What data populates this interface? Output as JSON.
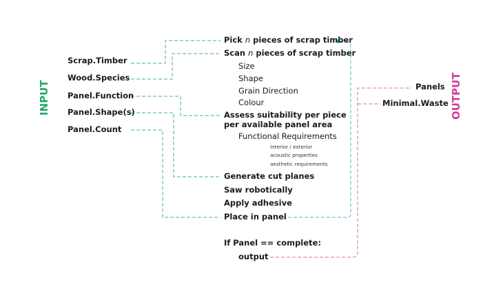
{
  "side_labels": {
    "input": "INPUT",
    "output": "OUTPUT"
  },
  "inputs": [
    "Scrap.Timber",
    "Wood.Species",
    "Panel.Function",
    "Panel.Shape(s)",
    "Panel.Count"
  ],
  "outputs": [
    "Panels",
    "Minimal.Waste"
  ],
  "steps": {
    "pick_pre": "Pick ",
    "pick_n": "n",
    "pick_post": " pieces of scrap timber",
    "scan_pre": "Scan ",
    "scan_n": "n",
    "scan_post": " pieces of scrap timber",
    "scan_items": [
      "Size",
      "Shape",
      "Grain Direction",
      "Colour"
    ],
    "assess_line1": "Assess suitability per piece",
    "assess_line2": "per available panel area",
    "functional": "Functional Requirements",
    "functional_items": [
      "interior / exterior",
      "acoustic properties",
      "aesthetic requirements"
    ],
    "generate": "Generate cut planes",
    "saw": "Saw robotically",
    "adhesive": "Apply adhesive",
    "place": "Place in panel",
    "condition": "If Panel == complete:",
    "output": "output"
  },
  "colors": {
    "input_accent": "#20a96a",
    "input_wire": "#3fb488",
    "loop_wire": "#56b2cc",
    "output_accent": "#d23a9c",
    "output_wire": "#de68b6",
    "dot": "#17b3d6"
  }
}
